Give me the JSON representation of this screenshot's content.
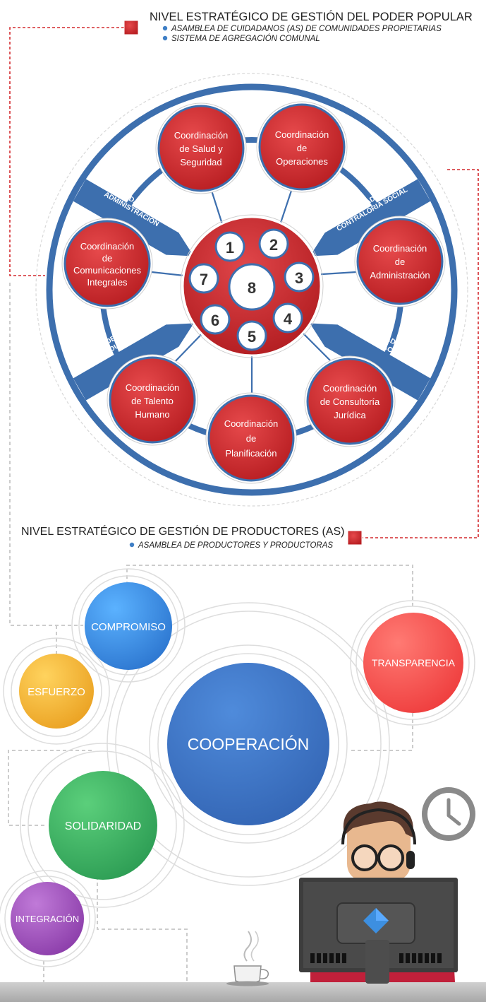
{
  "top_header": {
    "title": "NIVEL ESTRATÉGICO DE GESTIÓN DEL PODER POPULAR",
    "bullets": [
      "ASAMBLEA DE CUIDADANOS (AS) DE COMUNIDADES PROPIETARIAS",
      "SISTEMA DE AGREGACIÓN COMUNAL"
    ]
  },
  "middle_header": {
    "title": "NIVEL ESTRATÉGICO DE GESTIÓN DE PRODUCTORES (AS)",
    "bullets": [
      "ASAMBLEA DE PRODUCTORES Y PRODUCTORAS"
    ]
  },
  "wheel": {
    "center_numbers": [
      "1",
      "2",
      "3",
      "4",
      "5",
      "6",
      "7",
      "8"
    ],
    "coordinations": [
      {
        "lines": [
          "Coordinación",
          "de Salud  y",
          "Seguridad"
        ]
      },
      {
        "lines": [
          "Coordinación",
          "de",
          "Operaciones"
        ]
      },
      {
        "lines": [
          "Coordinación",
          "de",
          "Administración"
        ]
      },
      {
        "lines": [
          "Coordinación",
          "de Consultoría",
          "Jurídica"
        ]
      },
      {
        "lines": [
          "Coordinación",
          "de",
          "Planificación"
        ]
      },
      {
        "lines": [
          "Coordinación",
          "de Talento",
          "Humano"
        ]
      },
      {
        "lines": [
          "Coordinación",
          "de",
          "Comunicaciones",
          "Integrales"
        ]
      }
    ],
    "units": [
      {
        "lines": [
          "UNIDAD DE",
          "ADMINISTRACIÓN"
        ]
      },
      {
        "lines": [
          "UNIDAD DE",
          "CONTRALORIA SOCIAL"
        ]
      },
      {
        "lines": [
          "UNIDAD DE",
          "FORMACIÓN"
        ]
      },
      {
        "lines": [
          "UNIDAD DE GESTIÓN",
          "PRODUCTIVA"
        ]
      }
    ]
  },
  "values": [
    {
      "label": "COMPROMISO"
    },
    {
      "label": "ESFUERZO"
    },
    {
      "label": "TRANSPARENCIA"
    },
    {
      "label": "COOPERACIÓN"
    },
    {
      "label": "SOLIDARIDAD"
    },
    {
      "label": "INTEGRACIÓN"
    }
  ],
  "colors": {
    "ring_blue": "#3d6fae",
    "coordination_red": "#d32a2e",
    "unit_blue": "#3d6fae",
    "dashed_red": "#d32a2e",
    "dashed_gray": "#cccccc",
    "compromiso": "#3f90e6",
    "esfuerzo": "#f2b331",
    "transparencia": "#f45453",
    "cooperacion": "#3c76c7",
    "solidaridad": "#3fb064",
    "integracion": "#a04fc0"
  },
  "icons": [
    "clock-icon",
    "coffee-cup-icon",
    "person-at-computer-icon"
  ]
}
